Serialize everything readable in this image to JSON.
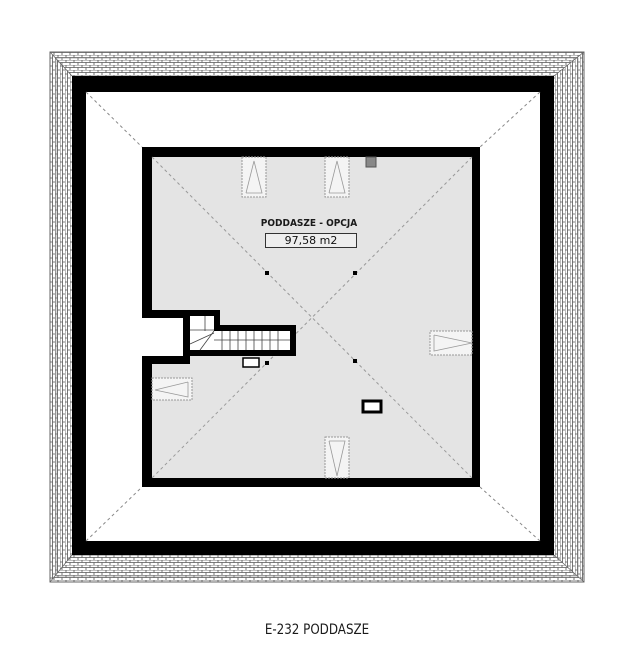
{
  "drawing": {
    "type": "floor-plan",
    "level": "attic",
    "colors": {
      "wall": "#000000",
      "room_fill": "#e4e4e4",
      "roof_fill": "#ffffff",
      "hatch_line": "#555555",
      "ridge_line": "#888888"
    }
  },
  "room": {
    "name": "PODDASZE - OPCJA",
    "area": "97,58 m2"
  },
  "caption": "E-232 PODDASZE",
  "elements": {
    "roof_windows": 6,
    "chimney": 1,
    "vent": 1,
    "staircase": 1
  }
}
